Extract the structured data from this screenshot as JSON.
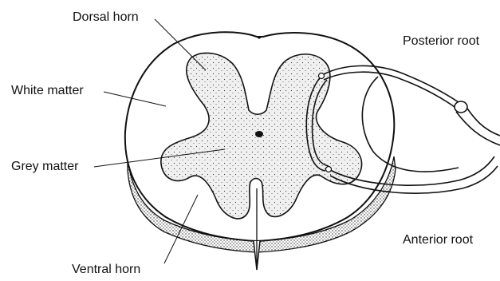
{
  "labels": {
    "dorsal_horn": "Dorsal horn",
    "white_matter": "White matter",
    "grey_matter": "Grey matter",
    "ventral_horn": "Ventral horn",
    "posterior_root": "Posterior root",
    "anterior_root": "Anterior root"
  },
  "colors": {
    "ink": "#111111",
    "white_matter": "#ffffff",
    "grey_matter": "#eeeeee",
    "stipple": "#333333"
  }
}
